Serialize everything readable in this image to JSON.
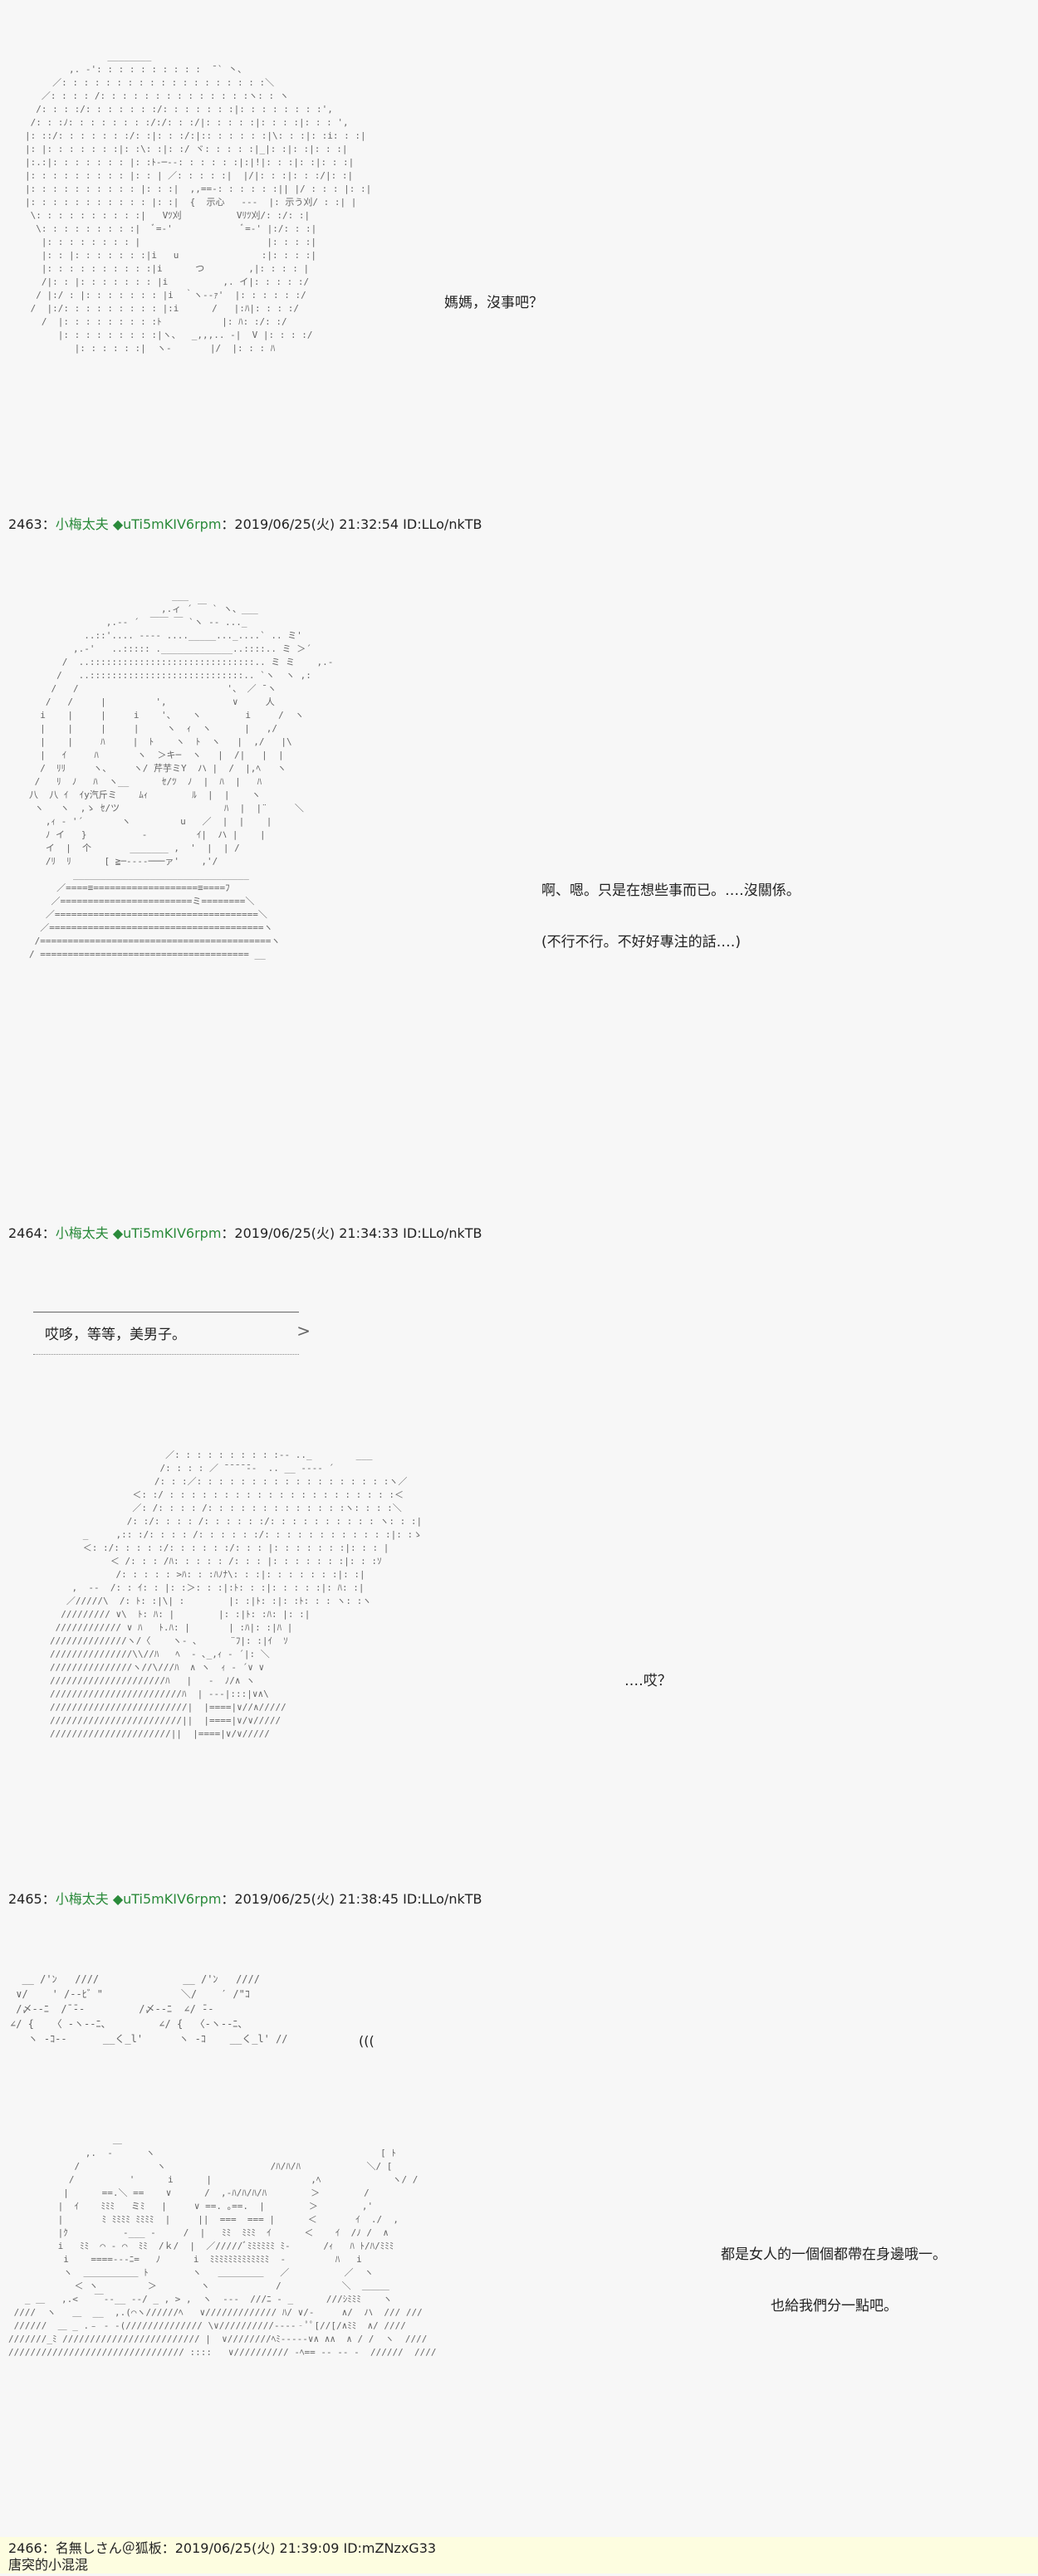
{
  "posts": [
    {
      "speech": [
        "媽媽，沒事吧？"
      ],
      "header": {
        "num": "2463：",
        "name": "小梅太夫 ◆uTi5mKIV6rpm",
        "rest": "：2019/06/25(火) 21:32:54 ID:LLo/nkTB"
      }
    },
    {
      "speech": [
        "啊、嗯。只是在想些事而已。‥‥沒關係。",
        "(不行不行。不好好專注的話‥‥)"
      ],
      "header": {
        "num": "2464：",
        "name": "小梅太夫 ◆uTi5mKIV6rpm",
        "rest": "：2019/06/25(火) 21:34:33 ID:LLo/nkTB"
      }
    },
    {
      "bubble": "哎哆，等等，美男子。",
      "speech": [
        "‥‥哎？"
      ],
      "header": {
        "num": "2465：",
        "name": "小梅太夫 ◆uTi5mKIV6rpm",
        "rest": "：2019/06/25(火) 21:38:45 ID:LLo/nkTB"
      }
    },
    {
      "sfx": "(((",
      "speech": [
        "都是女人的一個個都帶在身邊哦一。",
        "也給我們分一點吧。"
      ],
      "header": {
        "num": "2466：",
        "name": "名無しさん＠狐板",
        "rest": "：2019/06/25(火) 21:39:09 ID:mZNzxG33"
      },
      "reply": "唐突的小混混"
    }
  ]
}
